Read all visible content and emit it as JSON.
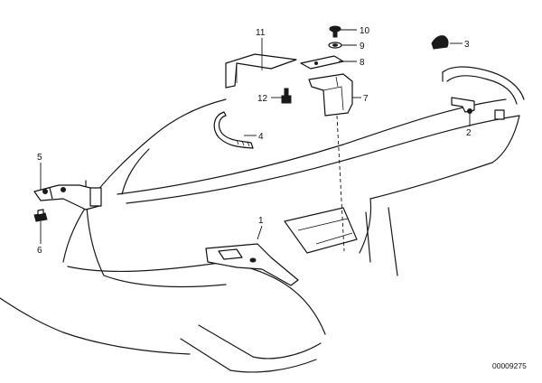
{
  "callouts": {
    "c1": "1",
    "c2": "2",
    "c3": "3",
    "c4": "4",
    "c5": "5",
    "c6": "6",
    "c7": "7",
    "c8": "8",
    "c9": "9",
    "c10": "10",
    "c11": "11",
    "c12": "12"
  },
  "diagram_id": "00009275"
}
